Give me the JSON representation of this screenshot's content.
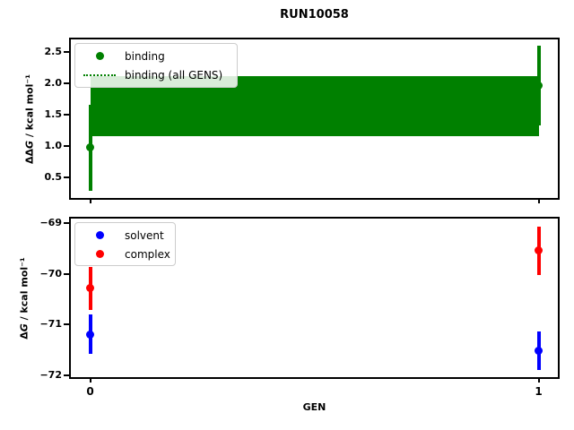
{
  "title": "RUN10058",
  "colors": {
    "binding": "#008000",
    "solvent": "#0000ff",
    "complex": "#ff0000",
    "spine": "#000000",
    "legend_border": "#cccccc",
    "background": "#ffffff"
  },
  "chart_data": [
    {
      "type": "scatter",
      "title": "RUN10058",
      "ylabel": "ΔΔG / kcal mol⁻¹",
      "ylabel_prefix": "ΔΔ",
      "ylabel_italic": "G",
      "ylabel_suffix": " / kcal mol⁻¹",
      "xlabel": "",
      "x": [
        0,
        1
      ],
      "series": [
        {
          "name": "binding",
          "color": "#008000",
          "marker": "dot",
          "values": [
            0.97,
            1.96
          ],
          "errors": [
            0.69,
            0.64
          ]
        }
      ],
      "band": {
        "label": "binding (all GENS)",
        "center": 1.63,
        "half_width": 0.48,
        "lo": 1.15,
        "hi": 2.11,
        "color": "#008000",
        "center_line_style": "dotted"
      },
      "yticks": [
        2.5,
        2.0,
        1.5,
        1.0,
        0.5
      ],
      "ytick_labels": [
        "2.5",
        "2.0",
        "1.5",
        "1.0",
        "0.5"
      ],
      "ylim": [
        0.15,
        2.72
      ],
      "xticks": [
        0,
        1
      ],
      "xtick_labels": [],
      "xlim": [
        -0.045,
        1.045
      ],
      "grid": false,
      "legend_position": "upper left",
      "legend": [
        {
          "label": "binding",
          "marker": "dot",
          "color": "#008000"
        },
        {
          "label": "binding (all GENS)",
          "marker": "dotted-line",
          "color": "#008000"
        }
      ]
    },
    {
      "type": "scatter",
      "ylabel": "ΔG / kcal mol⁻¹",
      "ylabel_prefix": "Δ",
      "ylabel_italic": "G",
      "ylabel_suffix": " / kcal mol⁻¹",
      "xlabel": "GEN",
      "x": [
        0,
        1
      ],
      "series": [
        {
          "name": "solvent",
          "color": "#0000ff",
          "marker": "dot",
          "values": [
            -71.19,
            -71.51
          ],
          "errors": [
            0.39,
            0.38
          ]
        },
        {
          "name": "complex",
          "color": "#ff0000",
          "marker": "dot",
          "values": [
            -70.29,
            -69.55
          ],
          "errors": [
            0.43,
            0.48
          ]
        }
      ],
      "yticks": [
        -69,
        -70,
        -71,
        -72
      ],
      "ytick_labels": [
        "−69",
        "−70",
        "−71",
        "−72"
      ],
      "ylim": [
        -72.05,
        -68.9
      ],
      "xticks": [
        0,
        1
      ],
      "xtick_labels": [
        "0",
        "1"
      ],
      "xlim": [
        -0.045,
        1.045
      ],
      "grid": false,
      "legend_position": "upper left",
      "legend": [
        {
          "label": "solvent",
          "marker": "dot",
          "color": "#0000ff"
        },
        {
          "label": "complex",
          "marker": "dot",
          "color": "#ff0000"
        }
      ]
    }
  ]
}
